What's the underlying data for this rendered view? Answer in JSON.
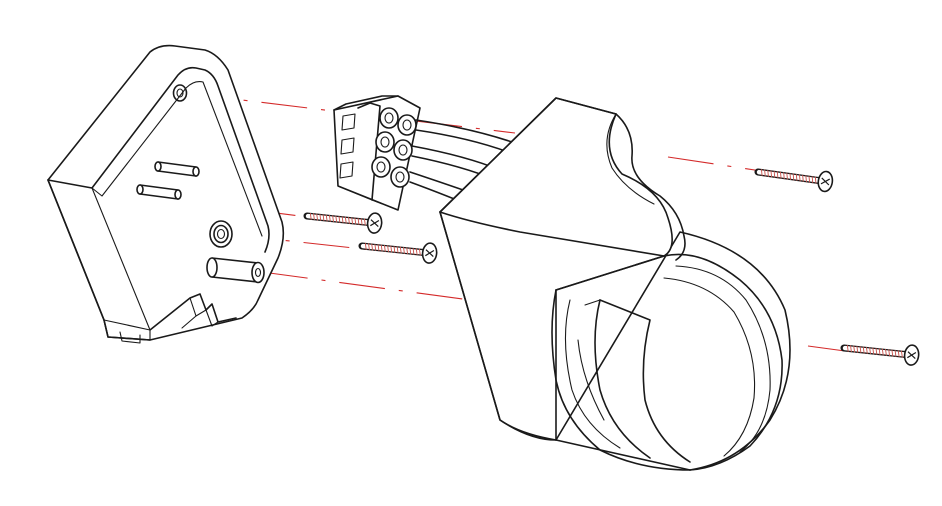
{
  "colors": {
    "line": "#1a1a1a",
    "guide": "#d42a2a",
    "screw_thread": "#c8504a",
    "background": "#ffffff"
  },
  "parts": [
    {
      "name": "mounting-base-plate"
    },
    {
      "name": "terminal-block"
    },
    {
      "name": "sensor-housing"
    },
    {
      "name": "screw"
    }
  ],
  "screw_count": 4
}
